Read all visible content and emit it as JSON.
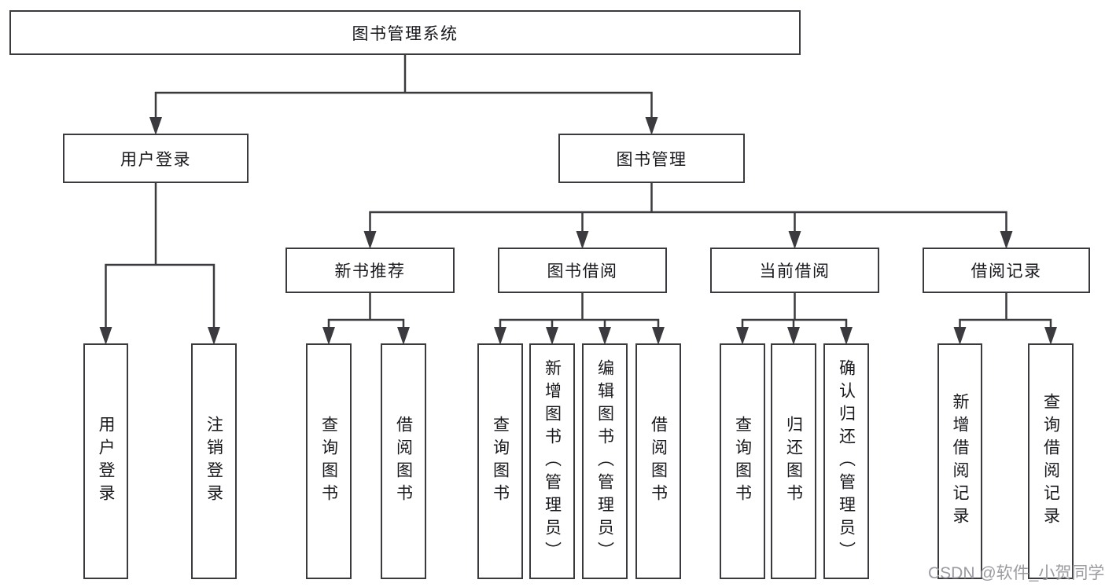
{
  "diagram": {
    "root": {
      "label": "图书管理系统"
    },
    "branches": [
      {
        "label": "用户登录",
        "children": [
          "用户登录",
          "注销登录"
        ]
      },
      {
        "label": "图书管理"
      }
    ],
    "modules": [
      {
        "label": "新书推荐",
        "children": [
          "查询图书",
          "借阅图书"
        ]
      },
      {
        "label": "图书借阅",
        "children": [
          "查询图书",
          "新增图书（管理员）",
          "编辑图书（管理员）",
          "借阅图书"
        ]
      },
      {
        "label": "当前借阅",
        "children": [
          "查询图书",
          "归还图书",
          "确认归还（管理员）"
        ]
      },
      {
        "label": "借阅记录",
        "children": [
          "新增借阅记录",
          "查询借阅记录"
        ]
      }
    ],
    "watermark": "CSDN @软件_小贺同学"
  },
  "colors": {
    "line": "#3b3b3f",
    "box_fill": "#ffffff",
    "text": "#18181d",
    "watermark": "#9b9ba1"
  }
}
